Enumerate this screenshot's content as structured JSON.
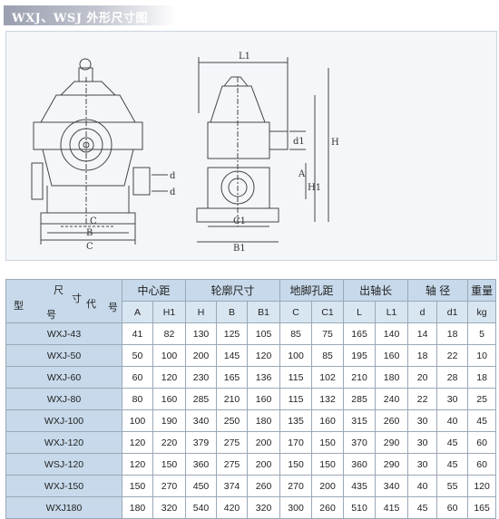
{
  "title": "WXJ、WSJ 外形尺寸图",
  "drawing": {
    "left_view": {
      "labels": [
        "C",
        "B",
        "C"
      ],
      "side_labels": [
        "d",
        "d"
      ]
    },
    "right_view": {
      "labels": [
        "L1",
        "d1",
        "A",
        "H1",
        "H",
        "C1",
        "B1"
      ]
    }
  },
  "table": {
    "corner": {
      "a": "尺",
      "b": "寸",
      "c": "型",
      "d": "代",
      "e": "号",
      "f": "号"
    },
    "groups": [
      "中心距",
      "轮廓尺寸",
      "地脚孔距",
      "出轴长",
      "轴  径",
      "重量"
    ],
    "columns": [
      "A",
      "H1",
      "H",
      "B",
      "B1",
      "C",
      "C1",
      "L",
      "L1",
      "d",
      "d1",
      "kg"
    ],
    "rows": [
      {
        "model": "WXJ-43",
        "values": [
          "41",
          "82",
          "130",
          "125",
          "105",
          "85",
          "75",
          "165",
          "140",
          "14",
          "18",
          "5"
        ]
      },
      {
        "model": "WXJ-50",
        "values": [
          "50",
          "100",
          "200",
          "145",
          "120",
          "100",
          "85",
          "195",
          "160",
          "18",
          "22",
          "10"
        ]
      },
      {
        "model": "WXJ-60",
        "values": [
          "60",
          "120",
          "230",
          "165",
          "136",
          "115",
          "102",
          "210",
          "180",
          "20",
          "28",
          "18"
        ]
      },
      {
        "model": "WXJ-80",
        "values": [
          "80",
          "160",
          "285",
          "210",
          "160",
          "115",
          "132",
          "285",
          "240",
          "22",
          "30",
          "25"
        ]
      },
      {
        "model": "WXJ-100",
        "values": [
          "100",
          "190",
          "340",
          "250",
          "180",
          "135",
          "160",
          "315",
          "260",
          "30",
          "40",
          "45"
        ]
      },
      {
        "model": "WXJ-120",
        "values": [
          "120",
          "220",
          "379",
          "275",
          "200",
          "170",
          "150",
          "370",
          "290",
          "30",
          "45",
          "60"
        ]
      },
      {
        "model": "WSJ-120",
        "values": [
          "120",
          "150",
          "360",
          "275",
          "200",
          "150",
          "150",
          "360",
          "290",
          "30",
          "45",
          "60"
        ]
      },
      {
        "model": "WXJ-150",
        "values": [
          "150",
          "270",
          "450",
          "374",
          "260",
          "270",
          "200",
          "435",
          "340",
          "40",
          "55",
          "120"
        ]
      },
      {
        "model": "WXJ180",
        "values": [
          "180",
          "320",
          "540",
          "420",
          "320",
          "300",
          "260",
          "510",
          "415",
          "45",
          "60",
          "165"
        ]
      }
    ]
  }
}
